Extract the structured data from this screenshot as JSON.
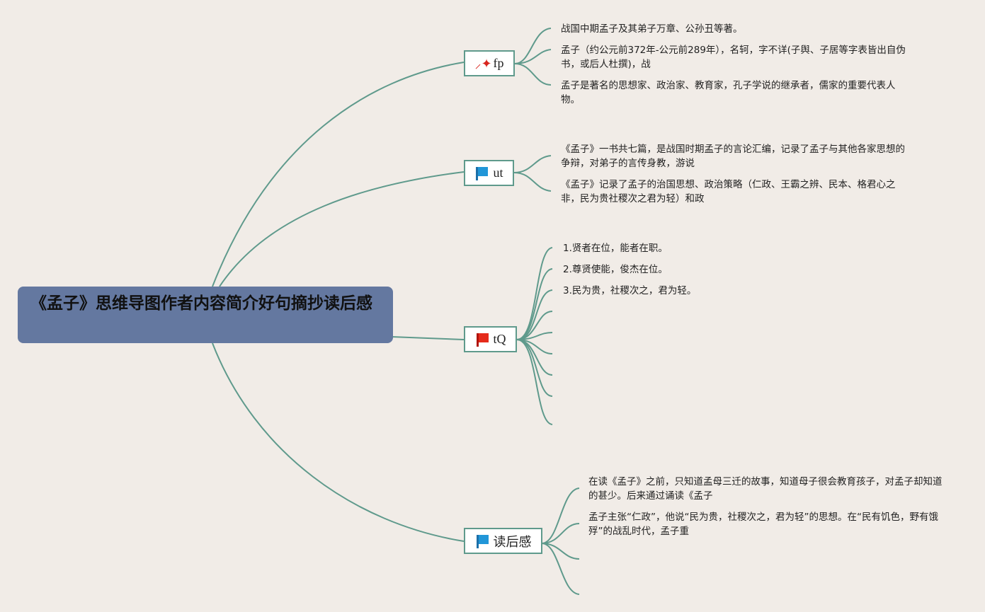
{
  "root": {
    "title": "《孟子》思维导图作者内容简介好句摘抄读后感"
  },
  "branches": [
    {
      "label": "fp",
      "icon": "magic-wand-icon",
      "leaves": [
        "战国中期孟子及其弟子万章、公孙丑等著。",
        "孟子（约公元前372年-公元前289年），名轲，字不详(子舆、子居等字表皆出自伪书，或后人杜撰)，战",
        "孟子是著名的思想家、政治家、教育家，孔子学说的继承者，儒家的重要代表人物。"
      ]
    },
    {
      "label": "ut",
      "icon": "blue-flag-icon",
      "leaves": [
        "《孟子》一书共七篇，是战国时期孟子的言论汇编，记录了孟子与其他各家思想的争辩，对弟子的言传身教，游说",
        "《孟子》记录了孟子的治国思想、政治策略（仁政、王霸之辨、民本、格君心之非，民为贵社稷次之君为轻）和政"
      ]
    },
    {
      "label": "tQ",
      "icon": "red-flag-icon",
      "leaves": [
        "1.贤者在位，能者在职。",
        "2.尊贤使能，俊杰在位。",
        "3.民为贵，社稷次之，君为轻。"
      ]
    },
    {
      "label": "读后感",
      "icon": "blue-flag-icon",
      "leaves": [
        "在读《孟子》之前，只知道孟母三迁的故事，知道母子很会教育孩子，对孟子却知道的甚少。后来通过诵读《孟子",
        "孟子主张“仁政”，他说“民为贵，社稷次之，君为轻”的思想。在“民有饥色，野有饿殍”的战乱时代，孟子重"
      ]
    }
  ],
  "colors": {
    "line": "#5f9a8c",
    "root_bg": "#6478a0",
    "page_bg": "#f1ece7"
  }
}
